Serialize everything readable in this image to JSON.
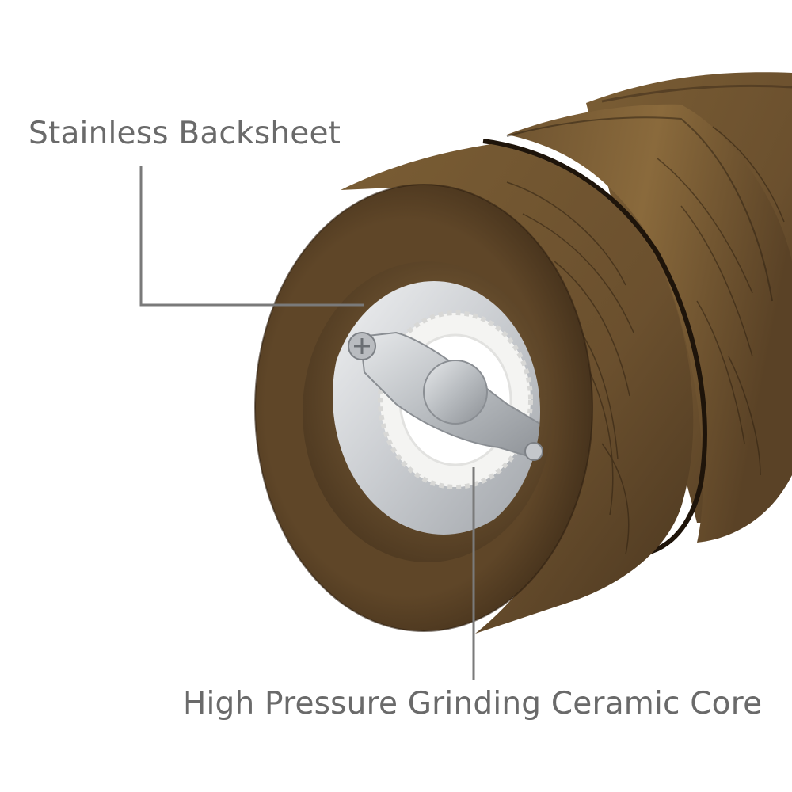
{
  "labels": {
    "backsheet": "Stainless Backsheet",
    "core": "High Pressure Grinding Ceramic Core"
  },
  "colors": {
    "background": "#ffffff",
    "label_text": "#6a6a6a",
    "leader_line": "#7a7a7a",
    "wood_light": "#8a6a3c",
    "wood_mid": "#6e5330",
    "wood_dark": "#3e2c18",
    "steel": "#d4d6d8",
    "ceramic": "#f4f4f2"
  },
  "icons": {
    "product": "wooden-pepper-grinder",
    "screw": "phillips-screw-icon"
  }
}
